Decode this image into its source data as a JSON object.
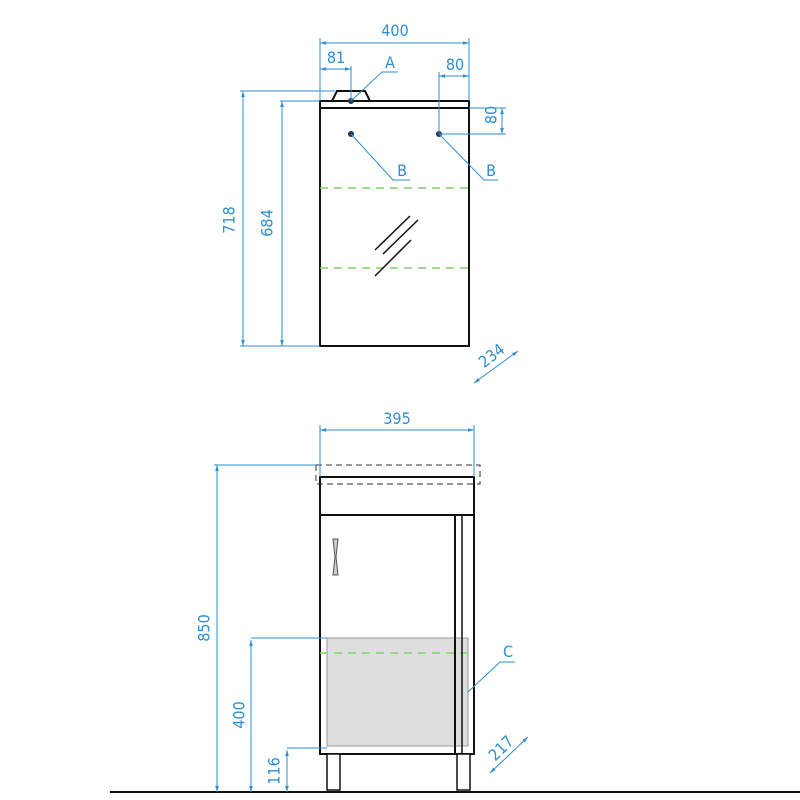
{
  "mirror_view": {
    "width": "400",
    "offset_left": "81",
    "offset_right": "80",
    "offset_top": "80",
    "height_total": "718",
    "height_mirror": "684",
    "depth": "234",
    "label_a": "A",
    "label_b_left": "B",
    "label_b_right": "B"
  },
  "cabinet_view": {
    "width": "395",
    "height_total": "850",
    "height_zone": "400",
    "height_legs": "116",
    "depth": "217",
    "label_c": "C"
  },
  "colors": {
    "dimension": "#2f8fd0",
    "zone": "#7cd36a",
    "shaded": "#dedede"
  }
}
